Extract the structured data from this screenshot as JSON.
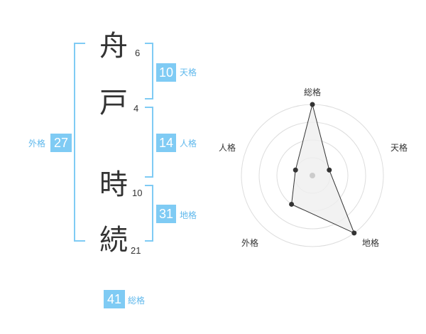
{
  "characters": [
    {
      "char": "舟",
      "strokes": "6"
    },
    {
      "char": "戸",
      "strokes": "4"
    },
    {
      "char": "時",
      "strokes": "10"
    },
    {
      "char": "続",
      "strokes": "21"
    }
  ],
  "fortunes": {
    "tenkaku": {
      "label": "天格",
      "value": "10"
    },
    "jinkaku": {
      "label": "人格",
      "value": "14"
    },
    "chikaku": {
      "label": "地格",
      "value": "31"
    },
    "gaikaku": {
      "label": "外格",
      "value": "27"
    },
    "soukaku": {
      "label": "総格",
      "value": "41"
    }
  },
  "colors": {
    "accent": "#7fcbf4",
    "label": "#5fb8ec",
    "text": "#333333"
  },
  "radar": {
    "labels": {
      "soukaku": "総格",
      "tenkaku": "天格",
      "chikaku": "地格",
      "gaikaku": "外格",
      "jinkaku": "人格"
    },
    "levels": 4,
    "max": 4,
    "values": {
      "soukaku": 4,
      "tenkaku": 1,
      "chikaku": 4,
      "gaikaku": 2,
      "jinkaku": 1
    }
  }
}
